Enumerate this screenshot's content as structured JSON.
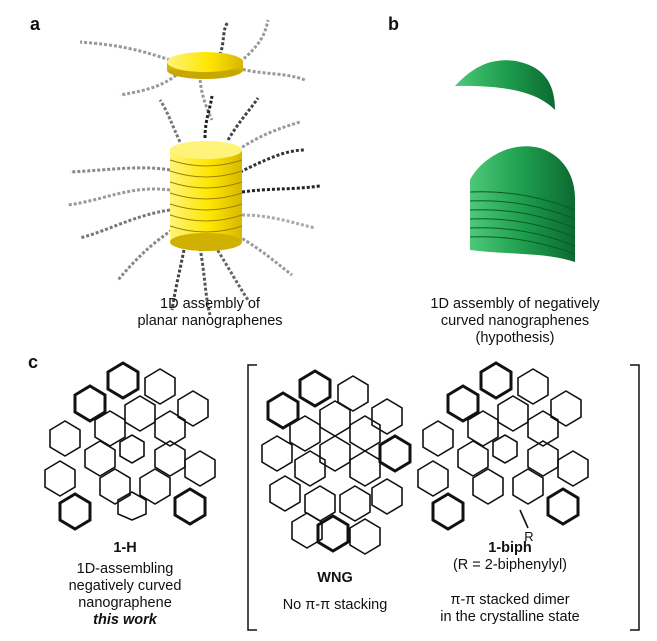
{
  "panels": {
    "a": {
      "letter": "a",
      "caption": [
        "1D assembly of",
        "planar nanographenes"
      ],
      "disc_color": "#ffe600"
    },
    "b": {
      "letter": "b",
      "caption": [
        "1D assembly of negatively",
        "curved nanographenes",
        "(hypothesis)"
      ],
      "sheet_color": "#1e9e4e"
    },
    "c": {
      "letter": "c",
      "compounds": [
        {
          "id": "1-H",
          "label": "1-H",
          "description": [
            "1D-assembling",
            "negatively curved",
            "nanographene"
          ],
          "note": "this work"
        },
        {
          "id": "WNG",
          "label": "WNG",
          "description": [
            "No π-π stacking"
          ]
        },
        {
          "id": "1-biph",
          "label": "1-biph",
          "sublabel": "(R = 2-biphenylyl)",
          "substituent": "R",
          "description": [
            "π-π stacked dimer",
            "in the crystalline state"
          ]
        }
      ]
    }
  }
}
